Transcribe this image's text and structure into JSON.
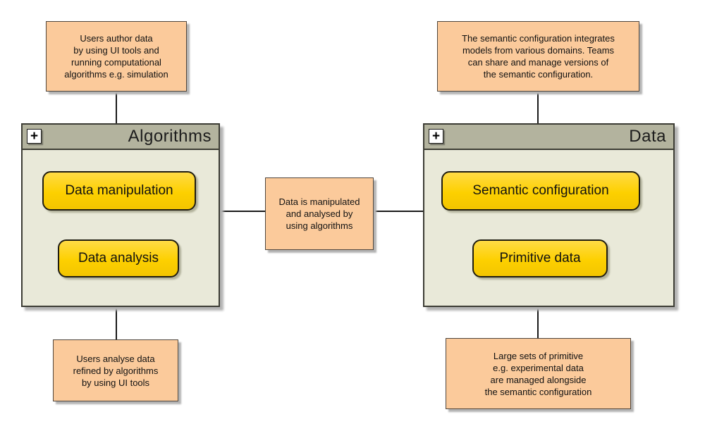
{
  "notes": {
    "top_left": "Users author data\nby using UI tools and\nrunning computational\nalgorithms e.g. simulation",
    "top_right": "The semantic configuration integrates\nmodels from various domains. Teams\ncan share and manage versions of\nthe semantic configuration.",
    "center": "Data is manipulated\nand analysed by\nusing algorithms",
    "bottom_left": "Users analyse data\nrefined by algorithms\nby using UI tools",
    "bottom_right": "Large sets of primitive\ne.g. experimental data\nare managed alongside\nthe semantic configuration"
  },
  "containers": {
    "algorithms": {
      "title": "Algorithms",
      "expand_icon": "+",
      "children": [
        {
          "label": "Data manipulation"
        },
        {
          "label": "Data analysis"
        }
      ]
    },
    "data": {
      "title": "Data",
      "expand_icon": "+",
      "children": [
        {
          "label": "Semantic configuration"
        },
        {
          "label": "Primitive data"
        }
      ]
    }
  },
  "colors": {
    "note_fill": "#fbca9b",
    "container_header_fill": "#b3b39e",
    "container_body_fill": "#e9e9d9",
    "node_fill": "#fdd000",
    "connector": "#1a1a1a",
    "shadow": "#b4b4b4"
  }
}
